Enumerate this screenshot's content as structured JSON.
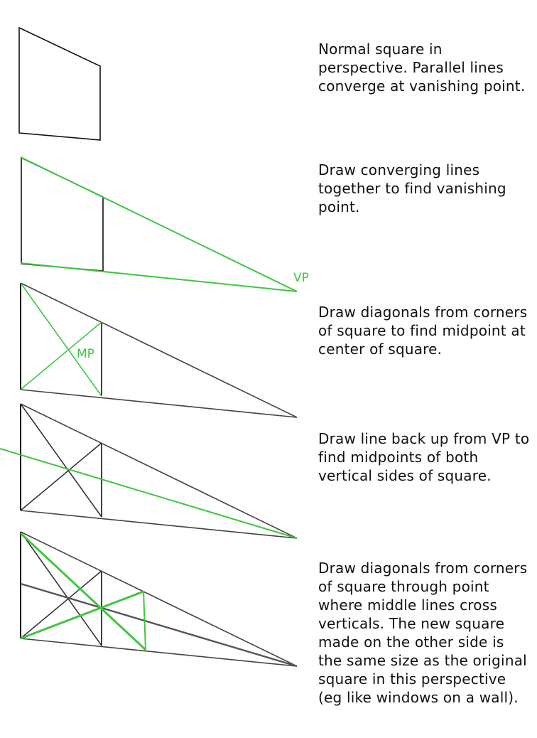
{
  "colors": {
    "construction": "#3ec63e",
    "outline": "#111111"
  },
  "steps": [
    {
      "caption": "Normal square in perspective. Parallel lines converge at vanishing point."
    },
    {
      "caption": "Draw converging lines together to find vanishing point.",
      "label": "VP"
    },
    {
      "caption": "Draw diagonals from corners of square to find midpoint at center of square.",
      "label": "MP"
    },
    {
      "caption": "Draw line back up from VP to find midpoints of both vertical sides of square."
    },
    {
      "caption": "Draw diagonals from corners of square through point where middle lines cross verticals. The new square made on the other side is the same size as the original square in this perspective (eg like windows on a wall)."
    }
  ]
}
